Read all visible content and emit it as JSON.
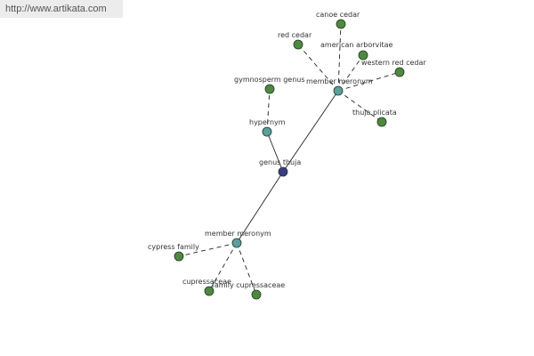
{
  "watermark": "http://www.artikata.com",
  "graph": {
    "nodes": [
      {
        "id": "genus",
        "label": "genus thuja",
        "kind": "center",
        "color": "#3a3a8c"
      },
      {
        "id": "hyper",
        "label": "hypernym",
        "kind": "relation",
        "color": "#5aa0a0"
      },
      {
        "id": "mem1",
        "label": "member meronym",
        "kind": "relation",
        "color": "#5aa0a0"
      },
      {
        "id": "mem2",
        "label": "member meronym",
        "kind": "relation",
        "color": "#5aa0a0"
      },
      {
        "id": "gymno",
        "label": "gymnosperm genus",
        "kind": "leaf",
        "color": "#4e8a3e"
      },
      {
        "id": "canoe",
        "label": "canoe cedar",
        "kind": "leaf",
        "color": "#4e8a3e"
      },
      {
        "id": "red",
        "label": "red cedar",
        "kind": "leaf",
        "color": "#4e8a3e"
      },
      {
        "id": "amer",
        "label": "american arborvitae",
        "kind": "leaf",
        "color": "#4e8a3e"
      },
      {
        "id": "western",
        "label": "western red cedar",
        "kind": "leaf",
        "color": "#4e8a3e"
      },
      {
        "id": "plicata",
        "label": "thuja plicata",
        "kind": "leaf",
        "color": "#4e8a3e"
      },
      {
        "id": "cypress",
        "label": "cypress family",
        "kind": "leaf",
        "color": "#4e8a3e"
      },
      {
        "id": "cupress",
        "label": "cupressaceae",
        "kind": "leaf",
        "color": "#4e8a3e"
      },
      {
        "id": "famcup",
        "label": "family cupressaceae",
        "kind": "leaf",
        "color": "#4e8a3e"
      }
    ],
    "edges": [
      {
        "from": "genus",
        "to": "hyper",
        "style": "solid"
      },
      {
        "from": "genus",
        "to": "mem1",
        "style": "solid"
      },
      {
        "from": "genus",
        "to": "mem2",
        "style": "solid"
      },
      {
        "from": "hyper",
        "to": "gymno",
        "style": "dashed"
      },
      {
        "from": "mem1",
        "to": "canoe",
        "style": "dashed"
      },
      {
        "from": "mem1",
        "to": "red",
        "style": "dashed"
      },
      {
        "from": "mem1",
        "to": "amer",
        "style": "dashed"
      },
      {
        "from": "mem1",
        "to": "western",
        "style": "dashed"
      },
      {
        "from": "mem1",
        "to": "plicata",
        "style": "dashed"
      },
      {
        "from": "mem2",
        "to": "cypress",
        "style": "dashed"
      },
      {
        "from": "mem2",
        "to": "cupress",
        "style": "dashed"
      },
      {
        "from": "mem2",
        "to": "famcup",
        "style": "dashed"
      }
    ]
  }
}
